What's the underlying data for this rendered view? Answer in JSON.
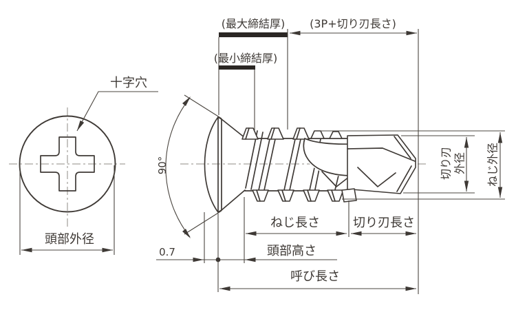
{
  "drawing": {
    "colors": {
      "line": "#3e3935",
      "centerline": "#8f8b86",
      "background": "#ffffff",
      "fastening_bar": "#2b2724"
    },
    "front_view": {
      "cross_recess_label": "十字穴",
      "head_outer_diameter_label": "頭部外径"
    },
    "side_view": {
      "max_fastening_thickness_label": "(最大締結厚)",
      "min_fastening_thickness_label": "(最小締結厚)",
      "three_p_plus_cutting_edge_length_label": "(3P+切り刃長さ)",
      "countersink_angle_label": "90°",
      "cutting_edge_outer_diameter_lines": [
        "切り刃",
        "外径"
      ],
      "thread_outer_diameter_label": "ねじ外径",
      "thread_length_label": "ねじ長さ",
      "cutting_edge_length_label": "切り刃長さ",
      "head_height_label": "頭部高さ",
      "head_height_offset_value": "0.7",
      "nominal_length_label": "呼び長さ"
    }
  }
}
